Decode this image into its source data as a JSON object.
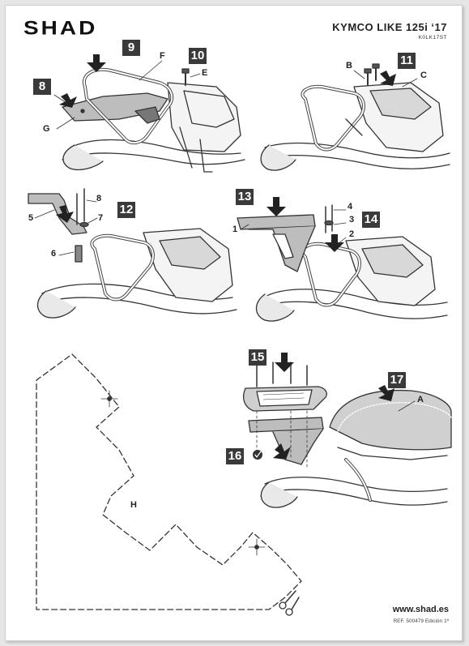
{
  "brand": {
    "logo_text": "SHAD"
  },
  "header": {
    "model": "KYMCO LIKE 125i ‘17",
    "code": "K0LK17ST"
  },
  "steps": [
    "8",
    "9",
    "10",
    "11",
    "12",
    "13",
    "14",
    "15",
    "16",
    "17"
  ],
  "labels": {
    "E": "E",
    "F": "F",
    "G": "G",
    "B": "B",
    "C": "C",
    "n8": "8",
    "n7": "7",
    "n5": "5",
    "n6": "6",
    "n4": "4",
    "n3": "3",
    "n2": "2",
    "n1": "1",
    "A": "A",
    "H": "H"
  },
  "footer": {
    "website": "www.shad.es",
    "ref": "REF. 500479 Edición 1ª"
  }
}
